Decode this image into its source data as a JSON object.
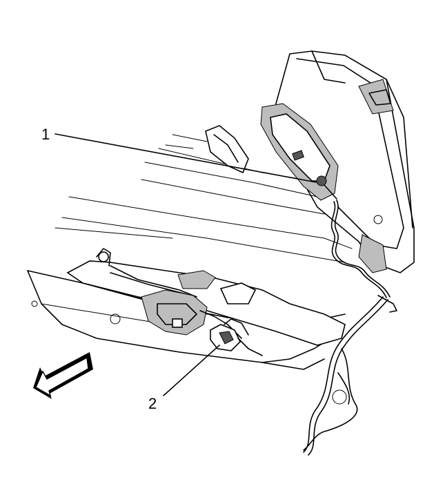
{
  "callouts": [
    {
      "id": "1",
      "label": "1"
    },
    {
      "id": "2",
      "label": "2"
    }
  ],
  "icons": {
    "front_arrow": "front-direction-arrow-icon"
  }
}
